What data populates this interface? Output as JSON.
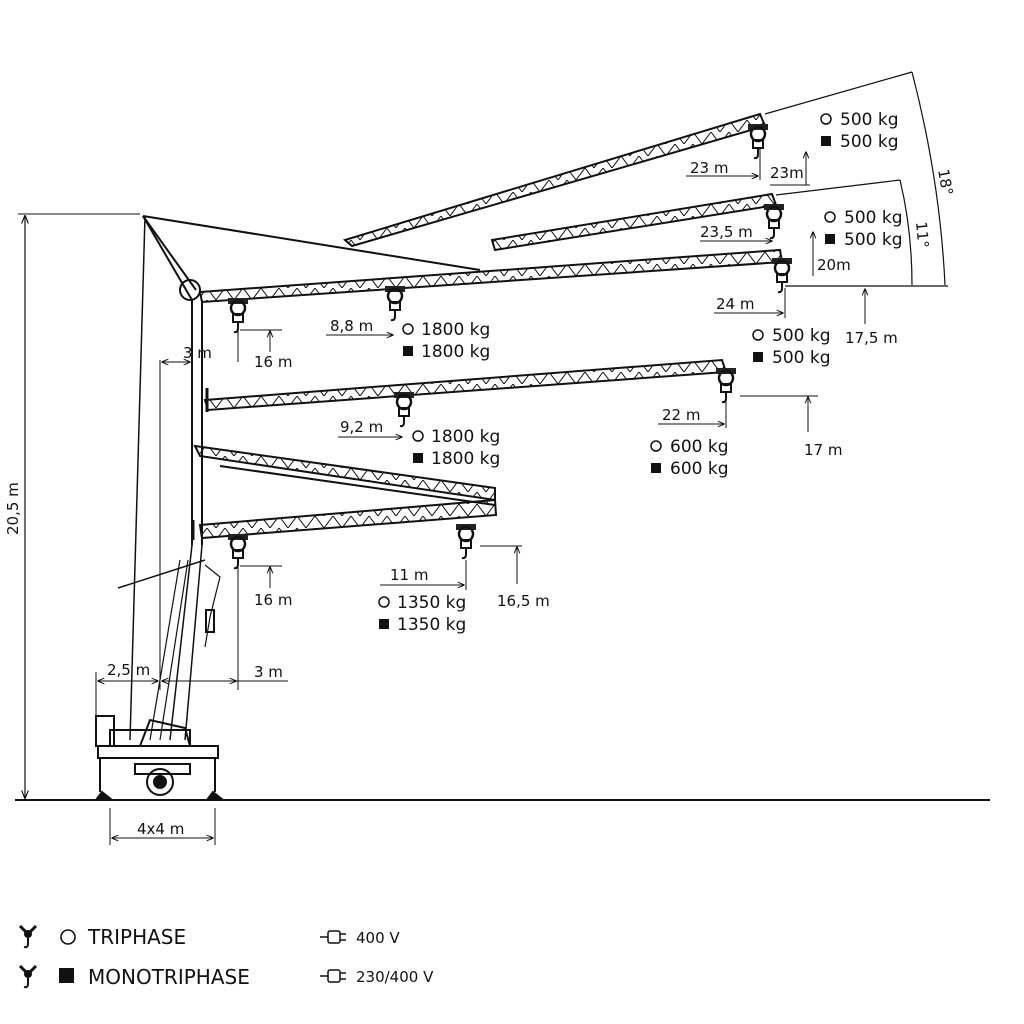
{
  "diagram": {
    "height_total": "20,5 m",
    "base_size": "4x4 m",
    "base_offset": "2,5 m",
    "mast_offset_low": "3 m",
    "mast_offset_mid": "3 m",
    "angle_18": "18°",
    "angle_11": "11°"
  },
  "configs": [
    {
      "id": "c18",
      "reach": "23 m",
      "height": "23m",
      "tri_load": "500 kg",
      "mono_load": "500 kg"
    },
    {
      "id": "c11",
      "reach": "23,5 m",
      "height": "20m",
      "tri_load": "500 kg",
      "mono_load": "500 kg"
    },
    {
      "id": "c0-top",
      "reach": "24 m",
      "height": "17,5 m",
      "tri_load": "500 kg",
      "mono_load": "500 kg",
      "mid_reach": "8,8 m",
      "mid_height": "16 m",
      "mid_tri_load": "1800 kg",
      "mid_mono_load": "1800 kg"
    },
    {
      "id": "c0-mid",
      "reach": "22 m",
      "height": "17 m",
      "tri_load": "600 kg",
      "mono_load": "600 kg",
      "mid_reach": "9,2 m",
      "mid_tri_load": "1800 kg",
      "mid_mono_load": "1800 kg"
    },
    {
      "id": "c0-low",
      "reach": "11 m",
      "height": "16,5 m",
      "tri_load": "1350 kg",
      "mono_load": "1350 kg",
      "near_height": "16 m"
    }
  ],
  "legend": {
    "triphase_label": "TRIPHASE",
    "triphase_voltage": "400  V",
    "mono_label": "MONOTRIPHASE",
    "mono_voltage": "230/400  V"
  },
  "colors": {
    "ink": "#111111",
    "background": "#ffffff"
  },
  "icons": [
    "hook-icon",
    "open-circle-icon",
    "filled-square-icon",
    "plug-icon"
  ]
}
